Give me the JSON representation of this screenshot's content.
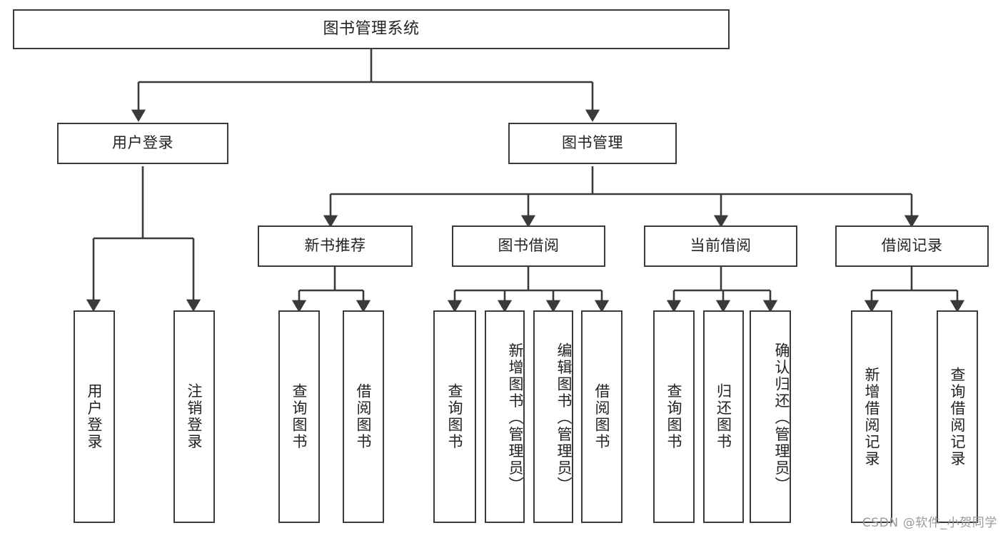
{
  "diagram": {
    "title": "图书管理系统",
    "type": "tree-hierarchy",
    "root": {
      "label": "图书管理系统"
    },
    "level2": [
      {
        "label": "用户登录"
      },
      {
        "label": "图书管理"
      }
    ],
    "level3": [
      {
        "label": "新书推荐"
      },
      {
        "label": "图书借阅"
      },
      {
        "label": "当前借阅"
      },
      {
        "label": "借阅记录"
      }
    ],
    "leaves": {
      "user_login": [
        {
          "label": "用户登录"
        },
        {
          "label": "注销登录"
        }
      ],
      "new_book_recommend": [
        {
          "label": "查询图书"
        },
        {
          "label": "借阅图书"
        }
      ],
      "book_borrow": [
        {
          "label": "查询图书"
        },
        {
          "label": "新增图书（管理员）"
        },
        {
          "label": "编辑图书（管理员）"
        },
        {
          "label": "借阅图书"
        }
      ],
      "current_borrow": [
        {
          "label": "查询图书"
        },
        {
          "label": "归还图书"
        },
        {
          "label": "确认归还（管理员）"
        }
      ],
      "borrow_record": [
        {
          "label": "新增借阅记录"
        },
        {
          "label": "查询借阅记录"
        }
      ]
    }
  },
  "watermark": {
    "text": "CSDN @软件_小贺同学"
  },
  "colors": {
    "stroke": "#3a3a3a",
    "background": "#ffffff",
    "text": "#222222",
    "watermark": "#9a9a9a"
  }
}
